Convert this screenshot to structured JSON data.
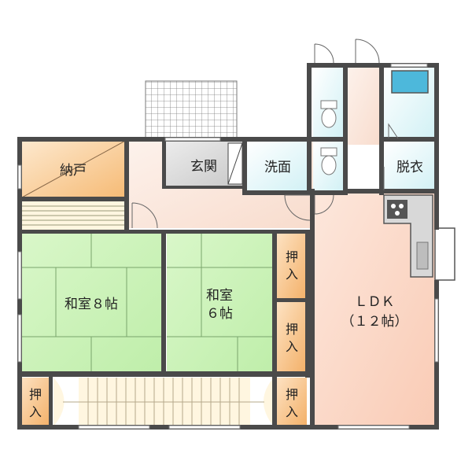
{
  "floor_plan": {
    "rooms": {
      "storage": {
        "label": "納戸"
      },
      "entrance": {
        "label": "玄関"
      },
      "washroom": {
        "label": "洗面"
      },
      "changing_room": {
        "label": "脱衣"
      },
      "japanese_room_8": {
        "line1": "和室８帖"
      },
      "japanese_room_6": {
        "line1": "和室",
        "line2": "６帖"
      },
      "ldk": {
        "line1": "ＬＤＫ",
        "line2": "（１２帖）"
      }
    },
    "closets": {
      "upper": {
        "line1": "押",
        "line2": "入"
      },
      "middle": {
        "line1": "押",
        "line2": "入"
      },
      "lower_right": {
        "line1": "押",
        "line2": "入"
      },
      "lower_left": {
        "line1": "押",
        "line2": "入"
      }
    },
    "colors": {
      "wall": "#4a4a4a",
      "tatami": "#ccf2b8",
      "tatami_line": "#7aa56c",
      "closet": "#f7c283",
      "ldk": "#fbd8c6",
      "corridor": "#fbe8dd",
      "washroom": "#dff6f7",
      "entrance": "#d4d4d4",
      "bath": "#4db8db",
      "deck": "#fff3d6"
    }
  }
}
